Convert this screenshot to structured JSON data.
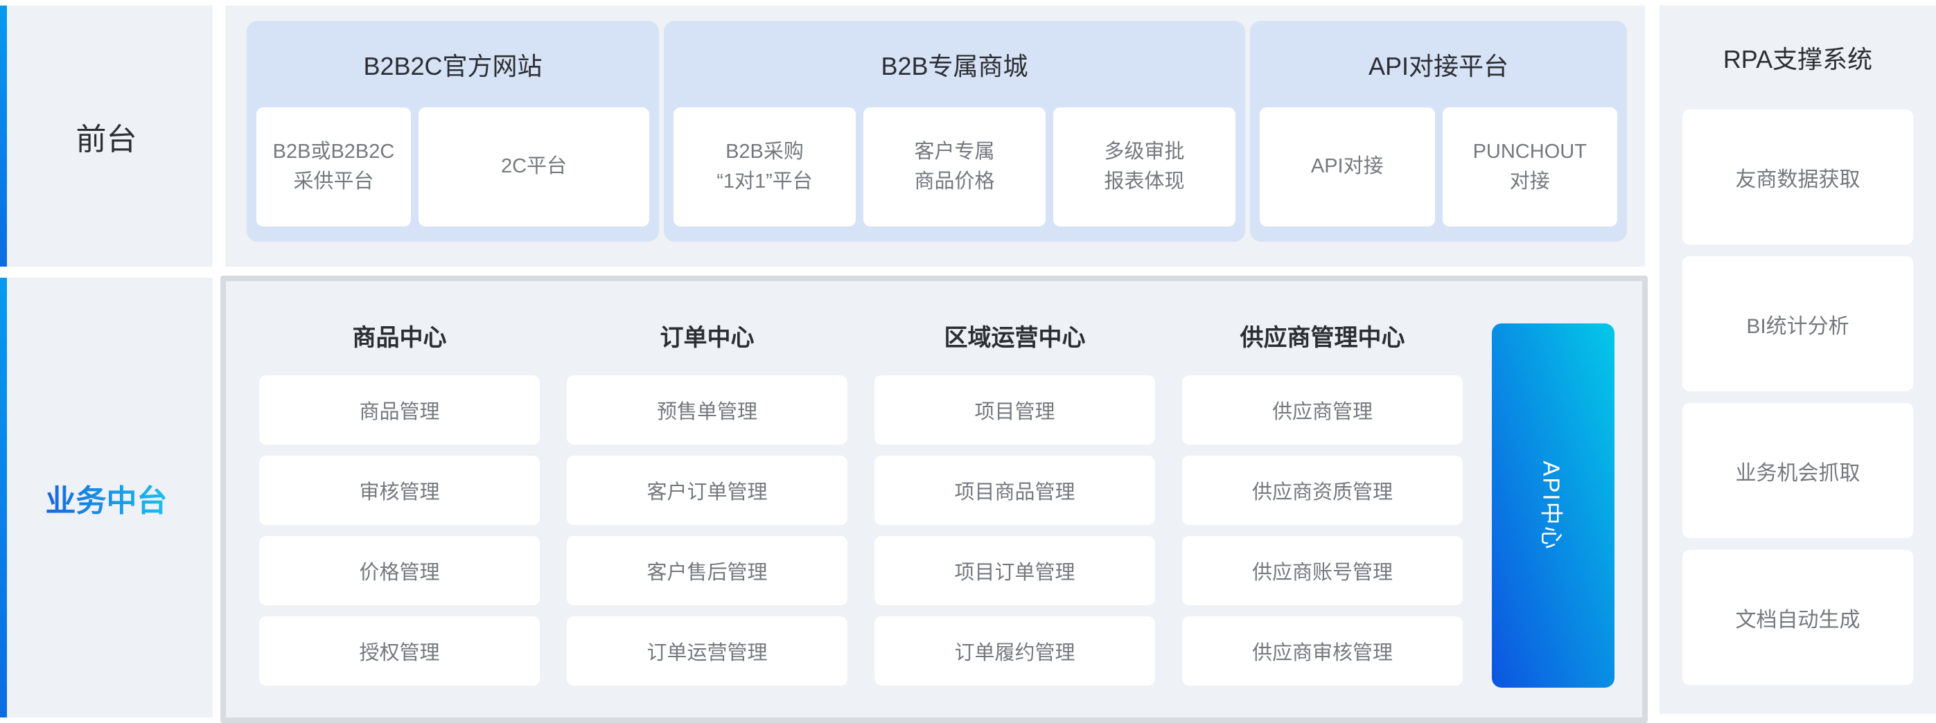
{
  "colors": {
    "panel_bg": "#eef1f6",
    "group_bg": "#d6e2f5",
    "card_bg": "#ffffff",
    "card_text": "#75787d",
    "title_text": "#2b2e33",
    "accent_stripe_blue": "#0b7ce8",
    "rail_text_gradient_start": "#1566e0",
    "rail_text_gradient_end": "#1cc0ea",
    "api_bar_gradient_start": "#0d55e0",
    "api_bar_gradient_end": "#04c8e8",
    "box_border": "#d7dbdf"
  },
  "left_rail": {
    "front_label": "前台",
    "middle_label": "业务中台"
  },
  "frontend": {
    "groups": [
      {
        "title": "B2B2C官方网站",
        "cards": [
          "B2B或B2B2C\n采供平台",
          "2C平台"
        ]
      },
      {
        "title": "B2B专属商城",
        "cards": [
          "B2B采购\n“1对1”平台",
          "客户专属\n商品价格",
          "多级审批\n报表体现"
        ]
      },
      {
        "title": "API对接平台",
        "cards": [
          "API对接",
          "PUNCHOUT\n对接"
        ]
      }
    ]
  },
  "middle_platform": {
    "centers": [
      {
        "title": "商品中心",
        "items": [
          "商品管理",
          "审核管理",
          "价格管理",
          "授权管理"
        ]
      },
      {
        "title": "订单中心",
        "items": [
          "预售单管理",
          "客户订单管理",
          "客户售后管理",
          "订单运营管理"
        ]
      },
      {
        "title": "区域运营中心",
        "items": [
          "项目管理",
          "项目商品管理",
          "项目订单管理",
          "订单履约管理"
        ]
      },
      {
        "title": "供应商管理中心",
        "items": [
          "供应商管理",
          "供应商资质管理",
          "供应商账号管理",
          "供应商审核管理"
        ]
      }
    ],
    "api_bar_label": "API中心"
  },
  "rpa": {
    "title": "RPA支撑系统",
    "items": [
      "友商数据获取",
      "BI统计分析",
      "业务机会抓取",
      "文档自动生成"
    ]
  }
}
